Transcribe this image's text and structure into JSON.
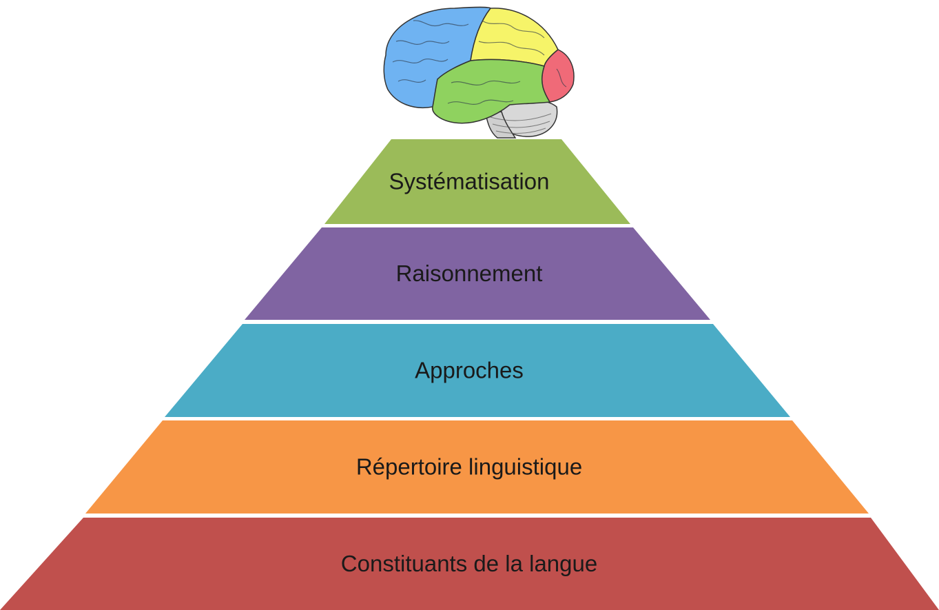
{
  "pyramid": {
    "levels": [
      {
        "label": "Systématisation",
        "color": "#9bbb59"
      },
      {
        "label": "Raisonnement",
        "color": "#8064a2"
      },
      {
        "label": "Approches",
        "color": "#4bacc6"
      },
      {
        "label": "Répertoire linguistique",
        "color": "#f79646"
      },
      {
        "label": "Constituants de la langue",
        "color": "#c0504d"
      }
    ]
  },
  "brain": {
    "icon": "brain-icon",
    "lobe_colors": {
      "frontal": "#6fb3f2",
      "parietal": "#f6f469",
      "occipital": "#f06a78",
      "temporal": "#8fd25f",
      "cerebellum": "#d8d8d8"
    }
  }
}
